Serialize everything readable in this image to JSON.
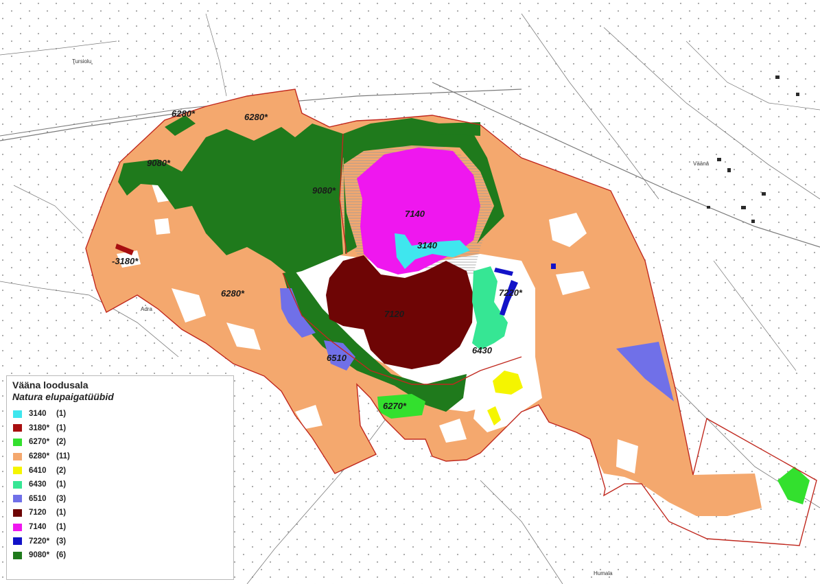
{
  "map": {
    "colors": {
      "3140": "#3fe6ee",
      "3180": "#a80f10",
      "6270": "#33e02e",
      "6280": "#f4a86e",
      "6410": "#f5f500",
      "6430": "#36e694",
      "6510": "#7070e8",
      "7120": "#6e0505",
      "7140": "#ef17ef",
      "7220": "#1212c8",
      "9080": "#1f7a1c",
      "boundary": "#c0281e",
      "background": "#ffffff"
    },
    "area_labels": [
      {
        "text": "6280*",
        "habitat": "6280"
      },
      {
        "text": "6280*",
        "habitat": "6280"
      },
      {
        "text": "9080*",
        "habitat": "9080"
      },
      {
        "text": "9080*",
        "habitat": "9080"
      },
      {
        "text": "7140",
        "habitat": "7140"
      },
      {
        "text": "3140",
        "habitat": "3140"
      },
      {
        "text": "-3180*",
        "habitat": "3180"
      },
      {
        "text": "6280*",
        "habitat": "6280"
      },
      {
        "text": "7120",
        "habitat": "7120"
      },
      {
        "text": "7220*",
        "habitat": "7220"
      },
      {
        "text": "6430",
        "habitat": "6430"
      },
      {
        "text": "6510",
        "habitat": "6510"
      },
      {
        "text": "6270*",
        "habitat": "6270"
      }
    ],
    "place_labels": [
      "Tursiolu",
      "Vääna",
      "Adra",
      "Humala"
    ]
  },
  "legend": {
    "title": "Vääna loodusala",
    "subtitle": "Natura elupaigatüübid",
    "items": [
      {
        "code": "3140",
        "count": "(1)",
        "color": "#3fe6ee"
      },
      {
        "code": "3180*",
        "count": "(1)",
        "color": "#a80f10"
      },
      {
        "code": "6270*",
        "count": "(2)",
        "color": "#33e02e"
      },
      {
        "code": "6280*",
        "count": "(11)",
        "color": "#f4a86e"
      },
      {
        "code": "6410",
        "count": "(2)",
        "color": "#f5f500"
      },
      {
        "code": "6430",
        "count": "(1)",
        "color": "#36e694"
      },
      {
        "code": "6510",
        "count": "(3)",
        "color": "#7070e8"
      },
      {
        "code": "7120",
        "count": "(1)",
        "color": "#6e0505"
      },
      {
        "code": "7140",
        "count": "(1)",
        "color": "#ef17ef"
      },
      {
        "code": "7220*",
        "count": "(3)",
        "color": "#1212c8"
      },
      {
        "code": "9080*",
        "count": "(6)",
        "color": "#1f7a1c"
      }
    ]
  }
}
